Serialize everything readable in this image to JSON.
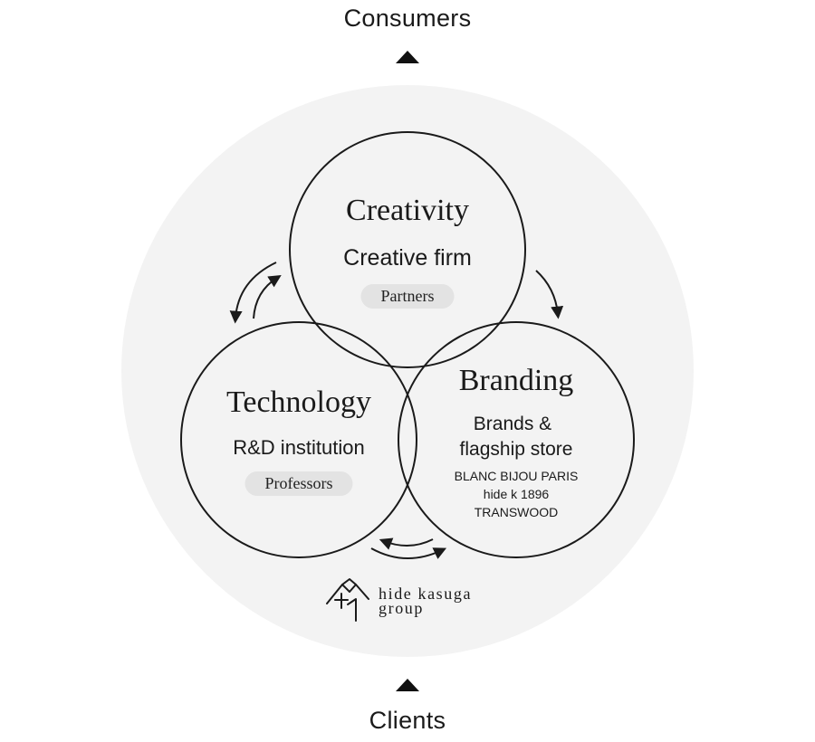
{
  "top_label": "Consumers",
  "bottom_label": "Clients",
  "circles": {
    "creativity": {
      "title": "Creativity",
      "subtitle": "Creative firm",
      "pill": "Partners"
    },
    "technology": {
      "title": "Technology",
      "subtitle": "R&D institution",
      "pill": "Professors"
    },
    "branding": {
      "title": "Branding",
      "subtitle_line1": "Brands &",
      "subtitle_line2": "flagship store",
      "brands": [
        "BLANC BIJOU PARIS",
        "hide k 1896",
        "TRANSWOOD"
      ]
    }
  },
  "logo": {
    "line1": "hide kasuga",
    "line2": "group"
  },
  "colors": {
    "background_disc": "#f3f3f3",
    "stroke": "#1a1a1a",
    "pill": "#e3e3e3"
  }
}
